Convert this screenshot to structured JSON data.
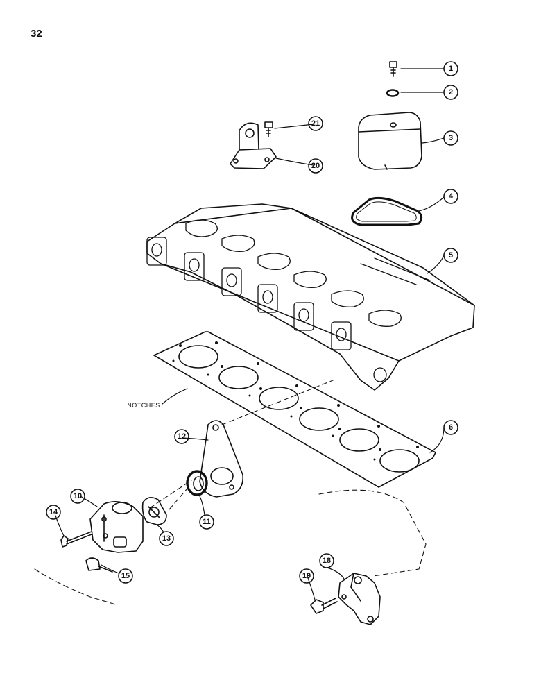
{
  "page_number": "32",
  "notches_label": "NOTCHES",
  "callouts": [
    "1",
    "2",
    "3",
    "4",
    "5",
    "6",
    "10",
    "11",
    "12",
    "13",
    "14",
    "15",
    "18",
    "19",
    "20",
    "21"
  ],
  "colors": {
    "ink": "#111111",
    "paper": "#ffffff",
    "shade": "#d8d8d8"
  }
}
